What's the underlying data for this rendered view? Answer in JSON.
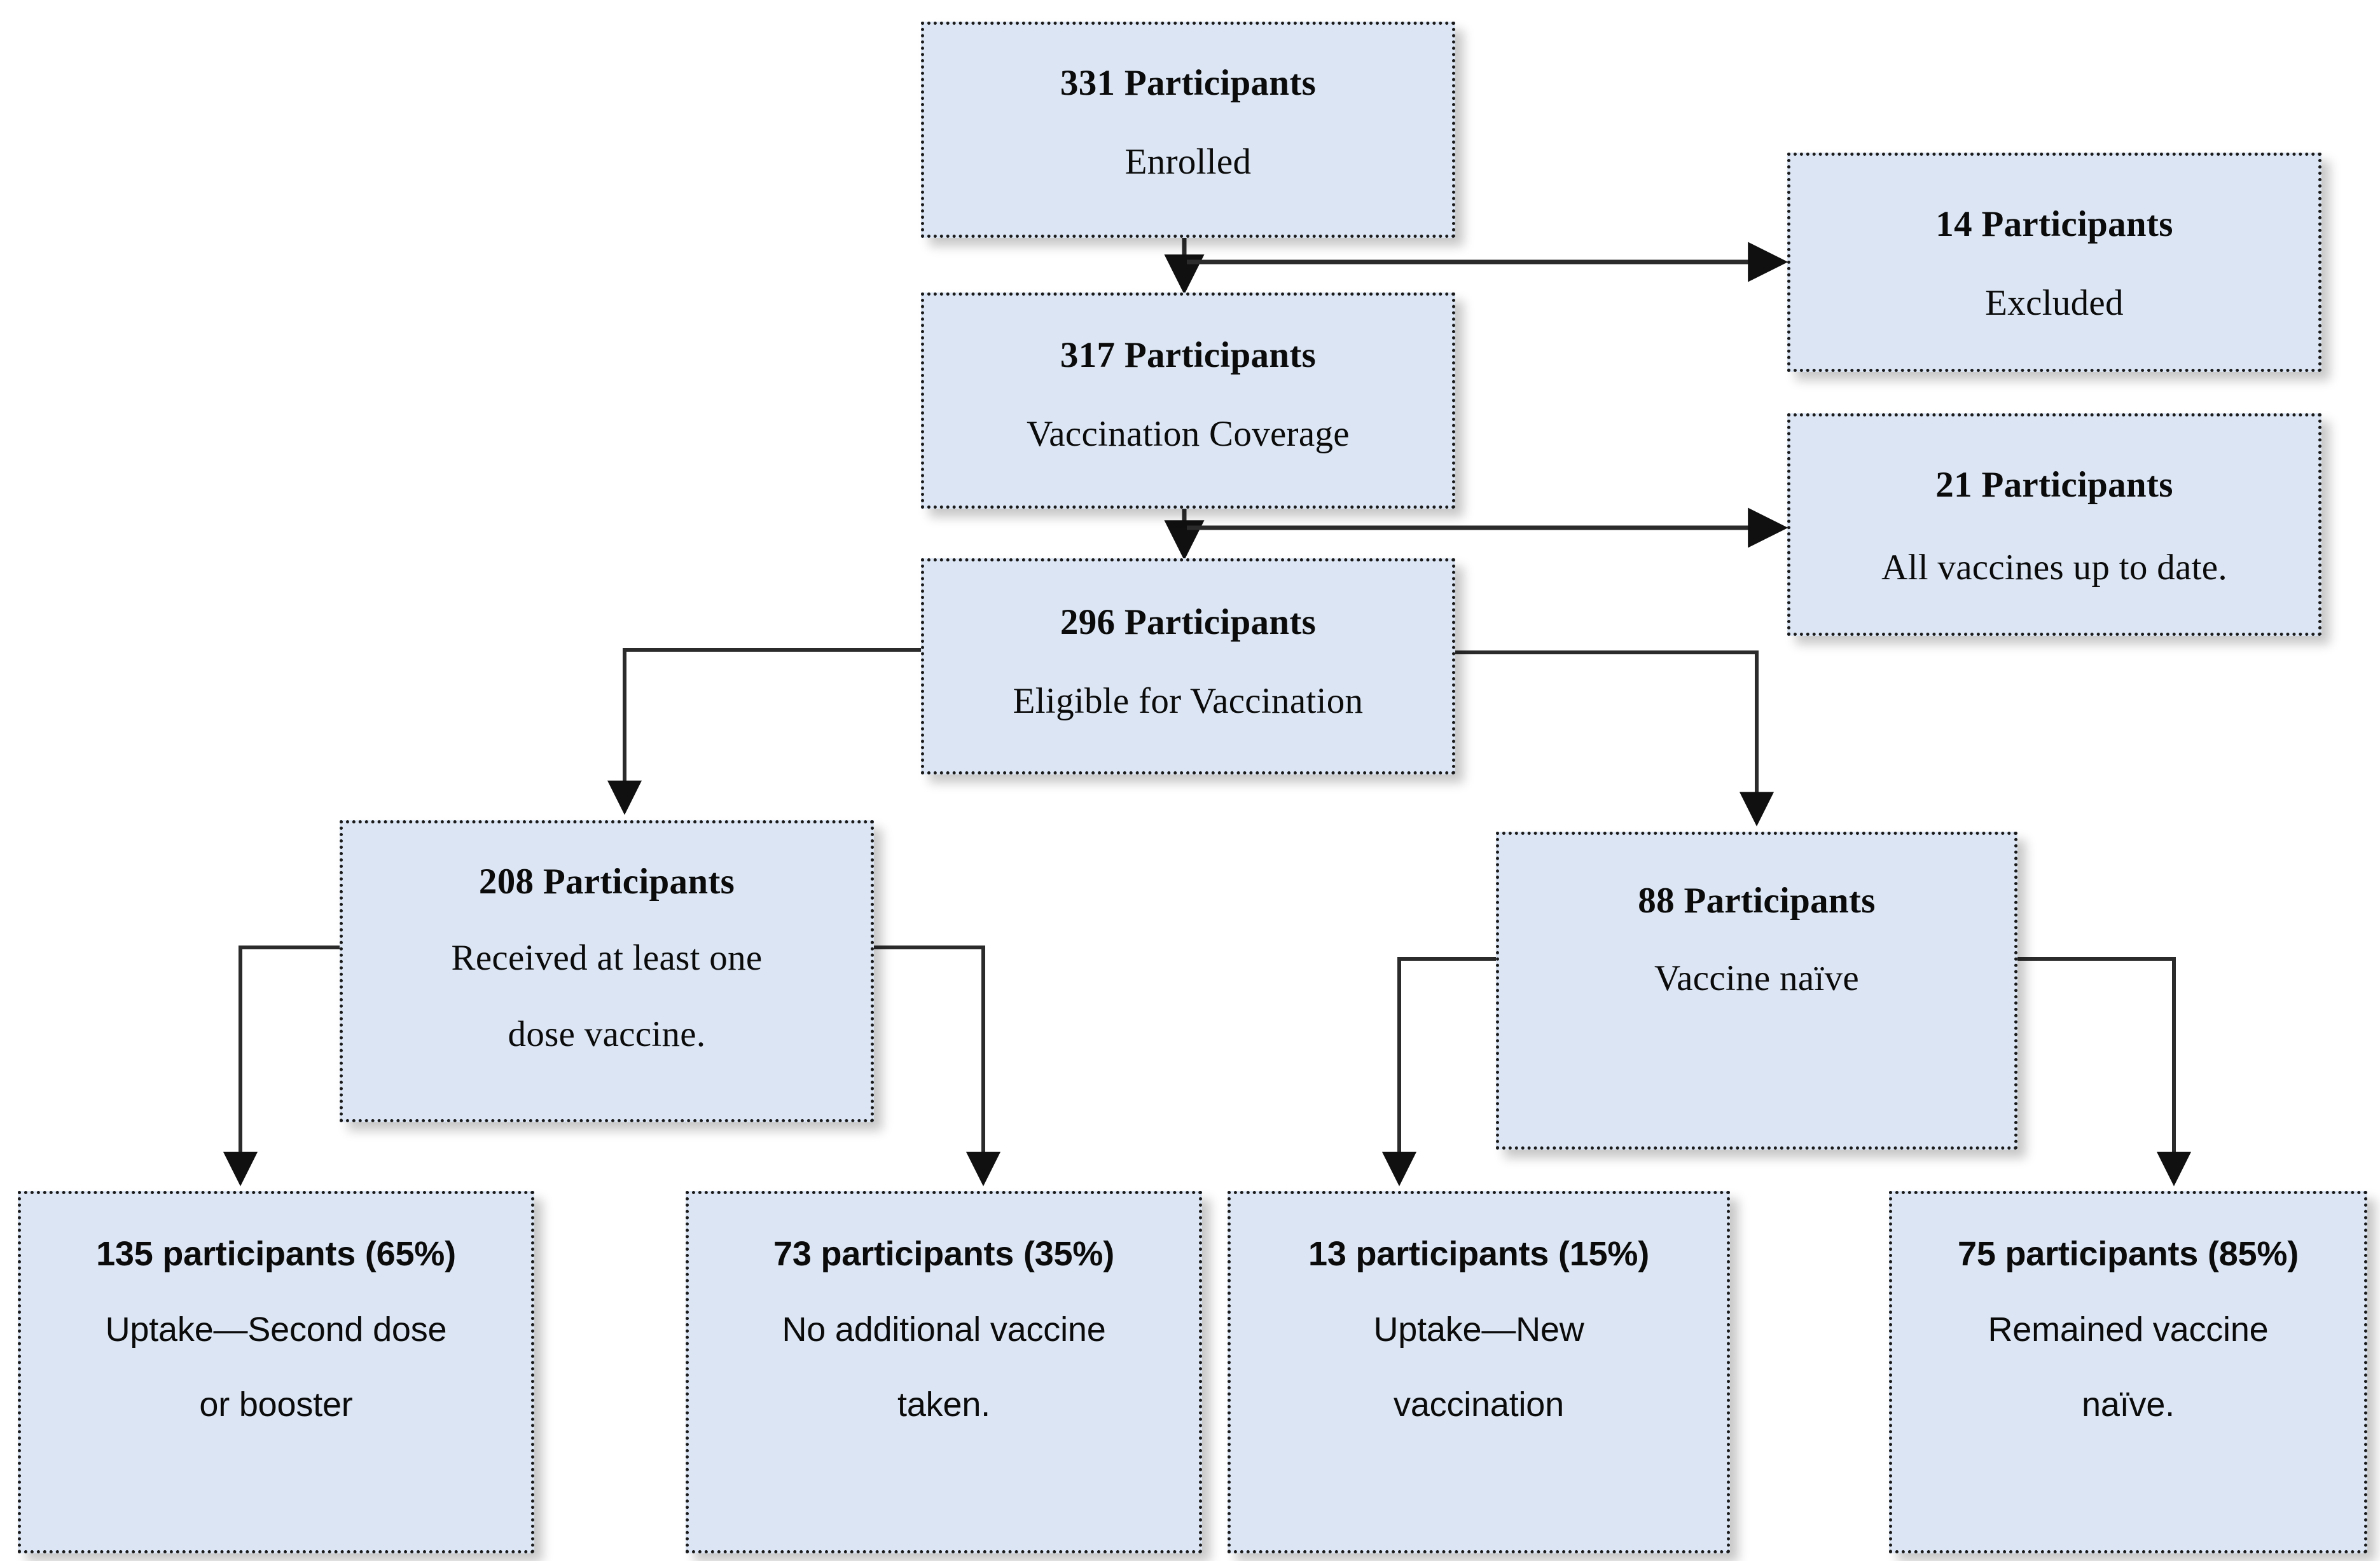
{
  "diagram": {
    "type": "flowchart",
    "title": "Participant vaccination flow",
    "palette": {
      "box_fill": "#dbe5f3",
      "box_border": "#1a1a1a",
      "connector": "#2b2b2b",
      "page_background": "#ffffff"
    },
    "nodes": [
      {
        "id": "enrolled",
        "count": "331 Participants",
        "label": "Enrolled"
      },
      {
        "id": "excluded",
        "count": "14 Participants",
        "label": "Excluded"
      },
      {
        "id": "coverage",
        "count": "317 Participants",
        "label": "Vaccination  Coverage"
      },
      {
        "id": "uptodate",
        "count": "21 Participants",
        "label": "All vaccines up to date."
      },
      {
        "id": "eligible",
        "count": "296 Participants",
        "label": "Eligible  for Vaccination"
      },
      {
        "id": "onedose",
        "count": "208 Participants",
        "label_line1": "Received at least one",
        "label_line2": "dose vaccine."
      },
      {
        "id": "naive",
        "count": "88 Participants",
        "label": "Vaccine naïve"
      },
      {
        "id": "second",
        "count": "135 participants (65%)",
        "label_line1": "Uptake—Second dose",
        "label_line2": "or booster"
      },
      {
        "id": "noadd",
        "count": "73 participants (35%)",
        "label_line1": "No additional  vaccine",
        "label_line2": "taken."
      },
      {
        "id": "newvax",
        "count": "13 participants (15%)",
        "label_line1": "Uptake—New",
        "label_line2": "vaccination"
      },
      {
        "id": "remained",
        "count": "75 participants (85%)",
        "label_line1": "Remained vaccine",
        "label_line2": "naïve."
      }
    ],
    "edges": [
      {
        "from": "enrolled",
        "to": "coverage",
        "kind": "down-arrow"
      },
      {
        "from": "enrolled",
        "to": "excluded",
        "kind": "right-arrow"
      },
      {
        "from": "coverage",
        "to": "eligible",
        "kind": "down-arrow"
      },
      {
        "from": "coverage",
        "to": "uptodate",
        "kind": "right-arrow"
      },
      {
        "from": "eligible",
        "to": "onedose",
        "kind": "elbow-left-down"
      },
      {
        "from": "eligible",
        "to": "naive",
        "kind": "elbow-right-down"
      },
      {
        "from": "onedose",
        "to": "second",
        "kind": "elbow-left-down"
      },
      {
        "from": "onedose",
        "to": "noadd",
        "kind": "elbow-right-down"
      },
      {
        "from": "naive",
        "to": "newvax",
        "kind": "elbow-left-down"
      },
      {
        "from": "naive",
        "to": "remained",
        "kind": "elbow-right-down"
      }
    ]
  }
}
